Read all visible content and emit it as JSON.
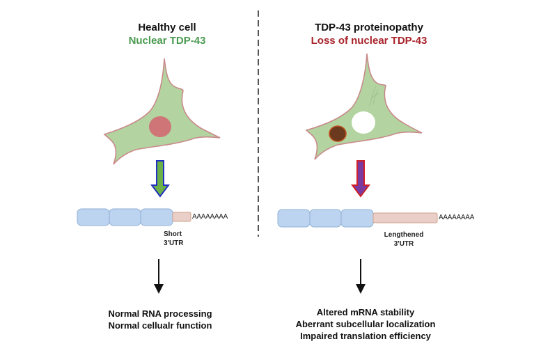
{
  "left_panel": {
    "title": "Healthy cell",
    "subtitle": "Nuclear TDP-43",
    "utr_label_line1": "Short",
    "utr_label_line2": "3'UTR",
    "poly_a": "AAAAAAAA",
    "outcomes": [
      "Normal RNA processing",
      "Normal cellualr function"
    ]
  },
  "right_panel": {
    "title": "TDP-43 proteinopathy",
    "subtitle": "Loss of nuclear TDP-43",
    "utr_label_line1": "Lengthened",
    "utr_label_line2": "3'UTR",
    "poly_a": "AAAAAAAA",
    "outcomes": [
      "Altered mRNA stability",
      "Aberrant subcellular localization",
      "Impaired translation efficiency"
    ]
  },
  "colors": {
    "cell_fill": "#b3d4a0",
    "cell_outline": "#c98a8a",
    "healthy_nucleus": "#cf7577",
    "aggregate": "#6b3a1e",
    "aggregate_outline": "#c0511e",
    "exon_fill": "#bcd4ef",
    "exon_outline": "#8fb0d6",
    "utr_fill": "#e9cfc7",
    "utr_outline": "#d0a08a",
    "green_arrow_fill": "#6cb04a",
    "green_arrow_outline": "#1f2fbf",
    "red_arrow_fill": "#7a3aa0",
    "red_arrow_outline": "#d0202a",
    "subtitle_green": "#4a9a4f",
    "subtitle_red": "#a8232a"
  }
}
